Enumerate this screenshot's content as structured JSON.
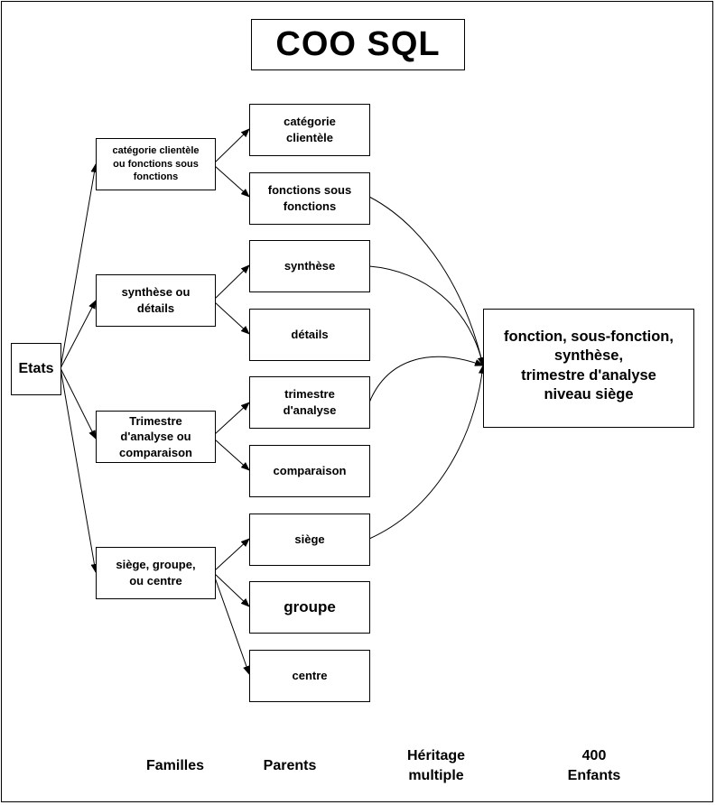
{
  "title": "COO SQL",
  "root": {
    "label": "Etats"
  },
  "families": [
    {
      "label": "catégorie clientèle\nou fonctions sous\nfonctions"
    },
    {
      "label": "synthèse ou\ndétails"
    },
    {
      "label": "Trimestre\nd'analyse ou\ncomparaison"
    },
    {
      "label": "siège, groupe,\nou centre"
    }
  ],
  "parents": [
    {
      "label": "catégorie\nclientèle"
    },
    {
      "label": "fonctions sous\nfonctions"
    },
    {
      "label": "synthèse"
    },
    {
      "label": "détails"
    },
    {
      "label": "trimestre\nd'analyse"
    },
    {
      "label": "comparaison"
    },
    {
      "label": "siège"
    },
    {
      "label": "groupe"
    },
    {
      "label": "centre"
    }
  ],
  "child": {
    "label": "fonction, sous-fonction,\nsynthèse,\ntrimestre d'analyse\nniveau siège"
  },
  "footer": {
    "familles": "Familles",
    "parents": "Parents",
    "heritage": "Héritage\nmultiple",
    "enfants": "400\nEnfants"
  }
}
